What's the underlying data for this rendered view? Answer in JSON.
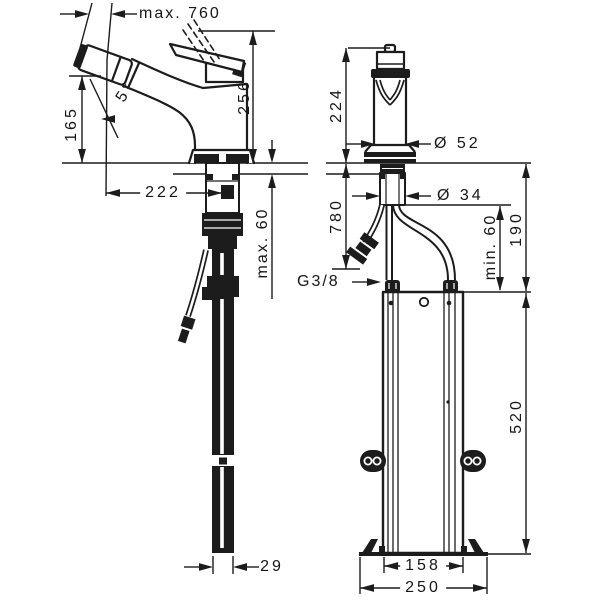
{
  "drawing": {
    "background": "#ffffff",
    "line_color": "#1c1c1c",
    "labels": {
      "max_pullout": "max. 760",
      "spout_angle": "5°",
      "spout_outlet_height": "165",
      "height_to_deck_side": "256",
      "spout_reach": "222",
      "max_counter_thickness": "max. 60",
      "hose_width": "29",
      "height_to_deck_front": "224",
      "body_diameter": "Ø 52",
      "shank_diameter": "Ø 34",
      "hose_length": "780",
      "min_clearance": "min. 60",
      "unit_top_offset": "190",
      "thread_size": "G3/8",
      "unit_height": "520",
      "unit_inner_width": "158",
      "base_plate_width": "250"
    }
  }
}
